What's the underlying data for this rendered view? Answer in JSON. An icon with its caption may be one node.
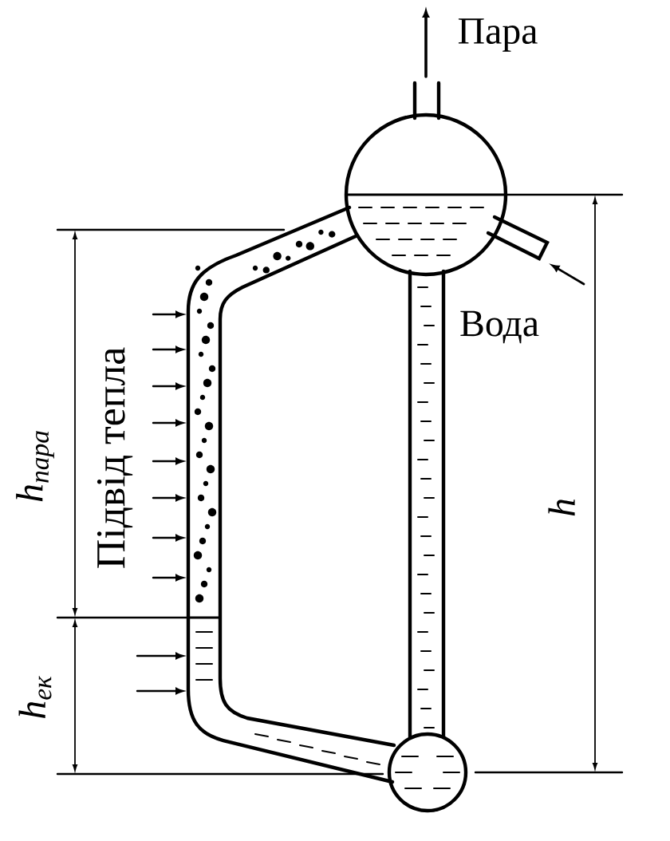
{
  "diagram": {
    "labels": [
      "Пара",
      "Вода",
      "Підвід тепла",
      "h$_{пара}$",
      "h",
      "h$_{ек}$"
    ]
  }
}
